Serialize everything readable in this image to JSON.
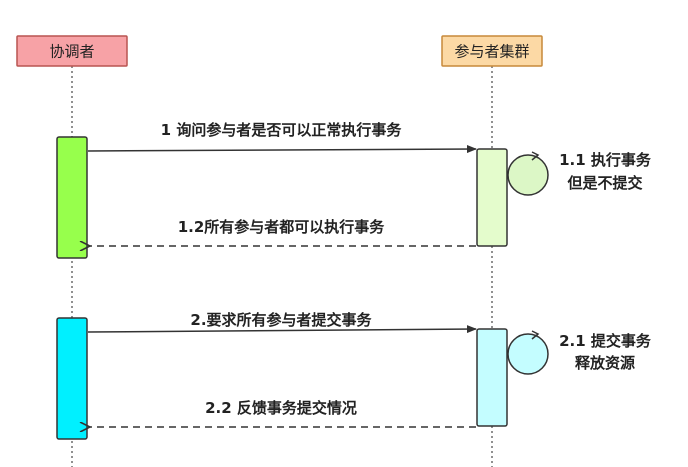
{
  "participants": {
    "coordinator": {
      "label": "协调者",
      "fill": "#f7a2a6",
      "stroke": "#b85450"
    },
    "cluster": {
      "label": "参与者集群",
      "fill": "#fcd9a5",
      "stroke": "#c7893a"
    }
  },
  "phase1": {
    "request": "1 询问参与者是否可以正常执行事务",
    "self_line1": "1.1 执行事务",
    "self_line2": "但是不提交",
    "response": "1.2所有参与者都可以执行事务",
    "coordinator_activation_color": "#97ff4c",
    "cluster_activation_color": "#e4fccc",
    "self_loop_color": "#dcf7c6"
  },
  "phase2": {
    "request": "2.要求所有参与者提交事务",
    "self_line1": "2.1 提交事务",
    "self_line2": "释放资源",
    "response": "2.2 反馈事务提交情况",
    "coordinator_activation_color": "#00f0ff",
    "cluster_activation_color": "#c4fdff",
    "self_loop_color": "#c4fdff"
  }
}
